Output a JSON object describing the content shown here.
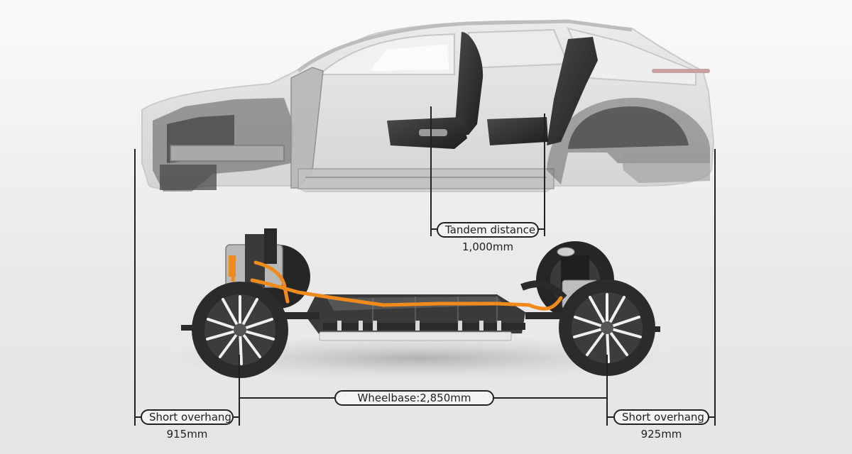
{
  "diagram": {
    "subject": "EV platform side view: transparent vehicle body above, skateboard chassis with battery pack below",
    "colors": {
      "background_top": "#fafafa",
      "background_bottom": "#e5e5e5",
      "dimension_line": "#222222",
      "cable_orange": "#f08a1c",
      "battery_dark": "#3a3a3a",
      "tire_dark": "#2b2b2b",
      "body_ghost": "#d9d9d9",
      "seat_dark": "#2e2e2e",
      "taillight": "#c9a0a0"
    },
    "dimensions": {
      "tandem": {
        "label": "Tandem distance",
        "value": "1,000mm"
      },
      "wheelbase": {
        "label": "Wheelbase:2,850mm"
      },
      "front_overhang": {
        "label": "Short overhang",
        "value": "915mm"
      },
      "rear_overhang": {
        "label": "Short overhang",
        "value": "925mm"
      }
    },
    "components": {
      "body": "vehicle-body-cutaway",
      "front_seat": "front-seat",
      "rear_seat": "rear-seat",
      "battery": "battery-pack",
      "front_wheel": "front-wheel",
      "rear_wheel": "rear-wheel",
      "front_motor": "front-e-axle",
      "rear_motor": "rear-e-axle",
      "hv_cable": "high-voltage-cable"
    }
  }
}
